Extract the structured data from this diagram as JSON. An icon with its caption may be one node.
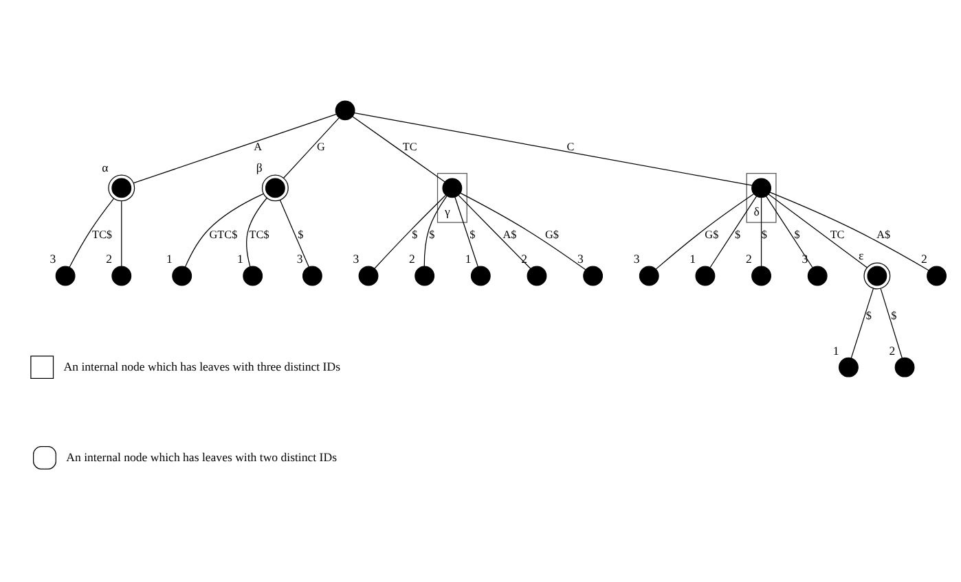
{
  "diagram": {
    "nodes": [
      {
        "text": [],
        "shape": "circle"
      },
      {
        "text": [],
        "shape": "ringed-circle",
        "beside": [
          "α"
        ]
      },
      {
        "text": [],
        "shape": "ringed-circle",
        "beside": [
          "β"
        ]
      },
      {
        "text": [],
        "shape": "box",
        "beside": [
          "γ"
        ]
      },
      {
        "text": [],
        "shape": "circle",
        "in": 3
      },
      {
        "text": [],
        "shape": "box",
        "beside": [
          "δ"
        ]
      },
      {
        "text": [],
        "shape": "circle",
        "in": 5
      },
      {
        "text": [],
        "shape": "circle",
        "beside": [
          "3"
        ]
      },
      {
        "text": [],
        "shape": "circle",
        "beside": [
          "2"
        ]
      },
      {
        "text": [],
        "shape": "circle",
        "beside": [
          "1"
        ]
      },
      {
        "text": [],
        "shape": "circle",
        "beside": [
          "1"
        ]
      },
      {
        "text": [],
        "shape": "circle",
        "beside": [
          "3"
        ]
      },
      {
        "text": [],
        "shape": "circle",
        "beside": [
          "3"
        ]
      },
      {
        "text": [],
        "shape": "circle",
        "beside": [
          "2"
        ]
      },
      {
        "text": [],
        "shape": "circle",
        "beside": [
          "1"
        ]
      },
      {
        "text": [],
        "shape": "circle",
        "beside": [
          "2"
        ]
      },
      {
        "text": [],
        "shape": "circle",
        "beside": [
          "3"
        ]
      },
      {
        "text": [],
        "shape": "circle",
        "beside": [
          "3"
        ]
      },
      {
        "text": [],
        "shape": "circle",
        "beside": [
          "1"
        ]
      },
      {
        "text": [],
        "shape": "circle",
        "beside": [
          "2"
        ]
      },
      {
        "text": [],
        "shape": "circle",
        "beside": [
          "3"
        ]
      },
      {
        "text": [],
        "shape": "ringed-circle",
        "beside": [
          "ε"
        ]
      },
      {
        "text": [],
        "shape": "circle",
        "beside": [
          "2"
        ]
      },
      {
        "text": [],
        "shape": "circle",
        "beside": [
          "1"
        ]
      },
      {
        "text": [],
        "shape": "circle",
        "beside": [
          "2"
        ]
      }
    ],
    "edges": [
      {
        "from": 0,
        "to": 1,
        "arrow": "none",
        "label": "A"
      },
      {
        "from": 0,
        "to": 2,
        "arrow": "none",
        "label": "G"
      },
      {
        "from": 0,
        "to": 4,
        "arrow": "none",
        "label": "TC"
      },
      {
        "from": 0,
        "to": 6,
        "arrow": "none",
        "label": "C"
      },
      {
        "from": 1,
        "to": 7,
        "arrow": "none",
        "label": "TC$"
      },
      {
        "from": 1,
        "to": 8,
        "arrow": "none"
      },
      {
        "from": 2,
        "to": 9,
        "arrow": "none",
        "label": "GTC$"
      },
      {
        "from": 2,
        "to": 10,
        "arrow": "none",
        "label": "TC$"
      },
      {
        "from": 2,
        "to": 11,
        "arrow": "none",
        "label": "$"
      },
      {
        "from": 4,
        "to": 12,
        "arrow": "none",
        "label": "$"
      },
      {
        "from": 4,
        "to": 13,
        "arrow": "none",
        "label": "$"
      },
      {
        "from": 4,
        "to": 14,
        "arrow": "none",
        "label": "$"
      },
      {
        "from": 4,
        "to": 15,
        "arrow": "none",
        "label": "A$"
      },
      {
        "from": 4,
        "to": 16,
        "arrow": "none",
        "label": "G$"
      },
      {
        "from": 6,
        "to": 17,
        "arrow": "none",
        "label": "G$"
      },
      {
        "from": 6,
        "to": 18,
        "arrow": "none",
        "label": "$"
      },
      {
        "from": 6,
        "to": 19,
        "arrow": "none",
        "label": "$"
      },
      {
        "from": 6,
        "to": 20,
        "arrow": "none",
        "label": "$"
      },
      {
        "from": 6,
        "to": 21,
        "arrow": "none",
        "label": "TC"
      },
      {
        "from": 6,
        "to": 22,
        "arrow": "none",
        "label": "A$"
      },
      {
        "from": 21,
        "to": 23,
        "arrow": "none",
        "label": "$"
      },
      {
        "from": 21,
        "to": 24,
        "arrow": "none",
        "label": "$"
      }
    ],
    "legend": [
      {
        "text": "An internal node which has leaves with three distinct IDs"
      },
      {
        "text": "An internal node which has leaves with two distinct IDs"
      }
    ]
  }
}
